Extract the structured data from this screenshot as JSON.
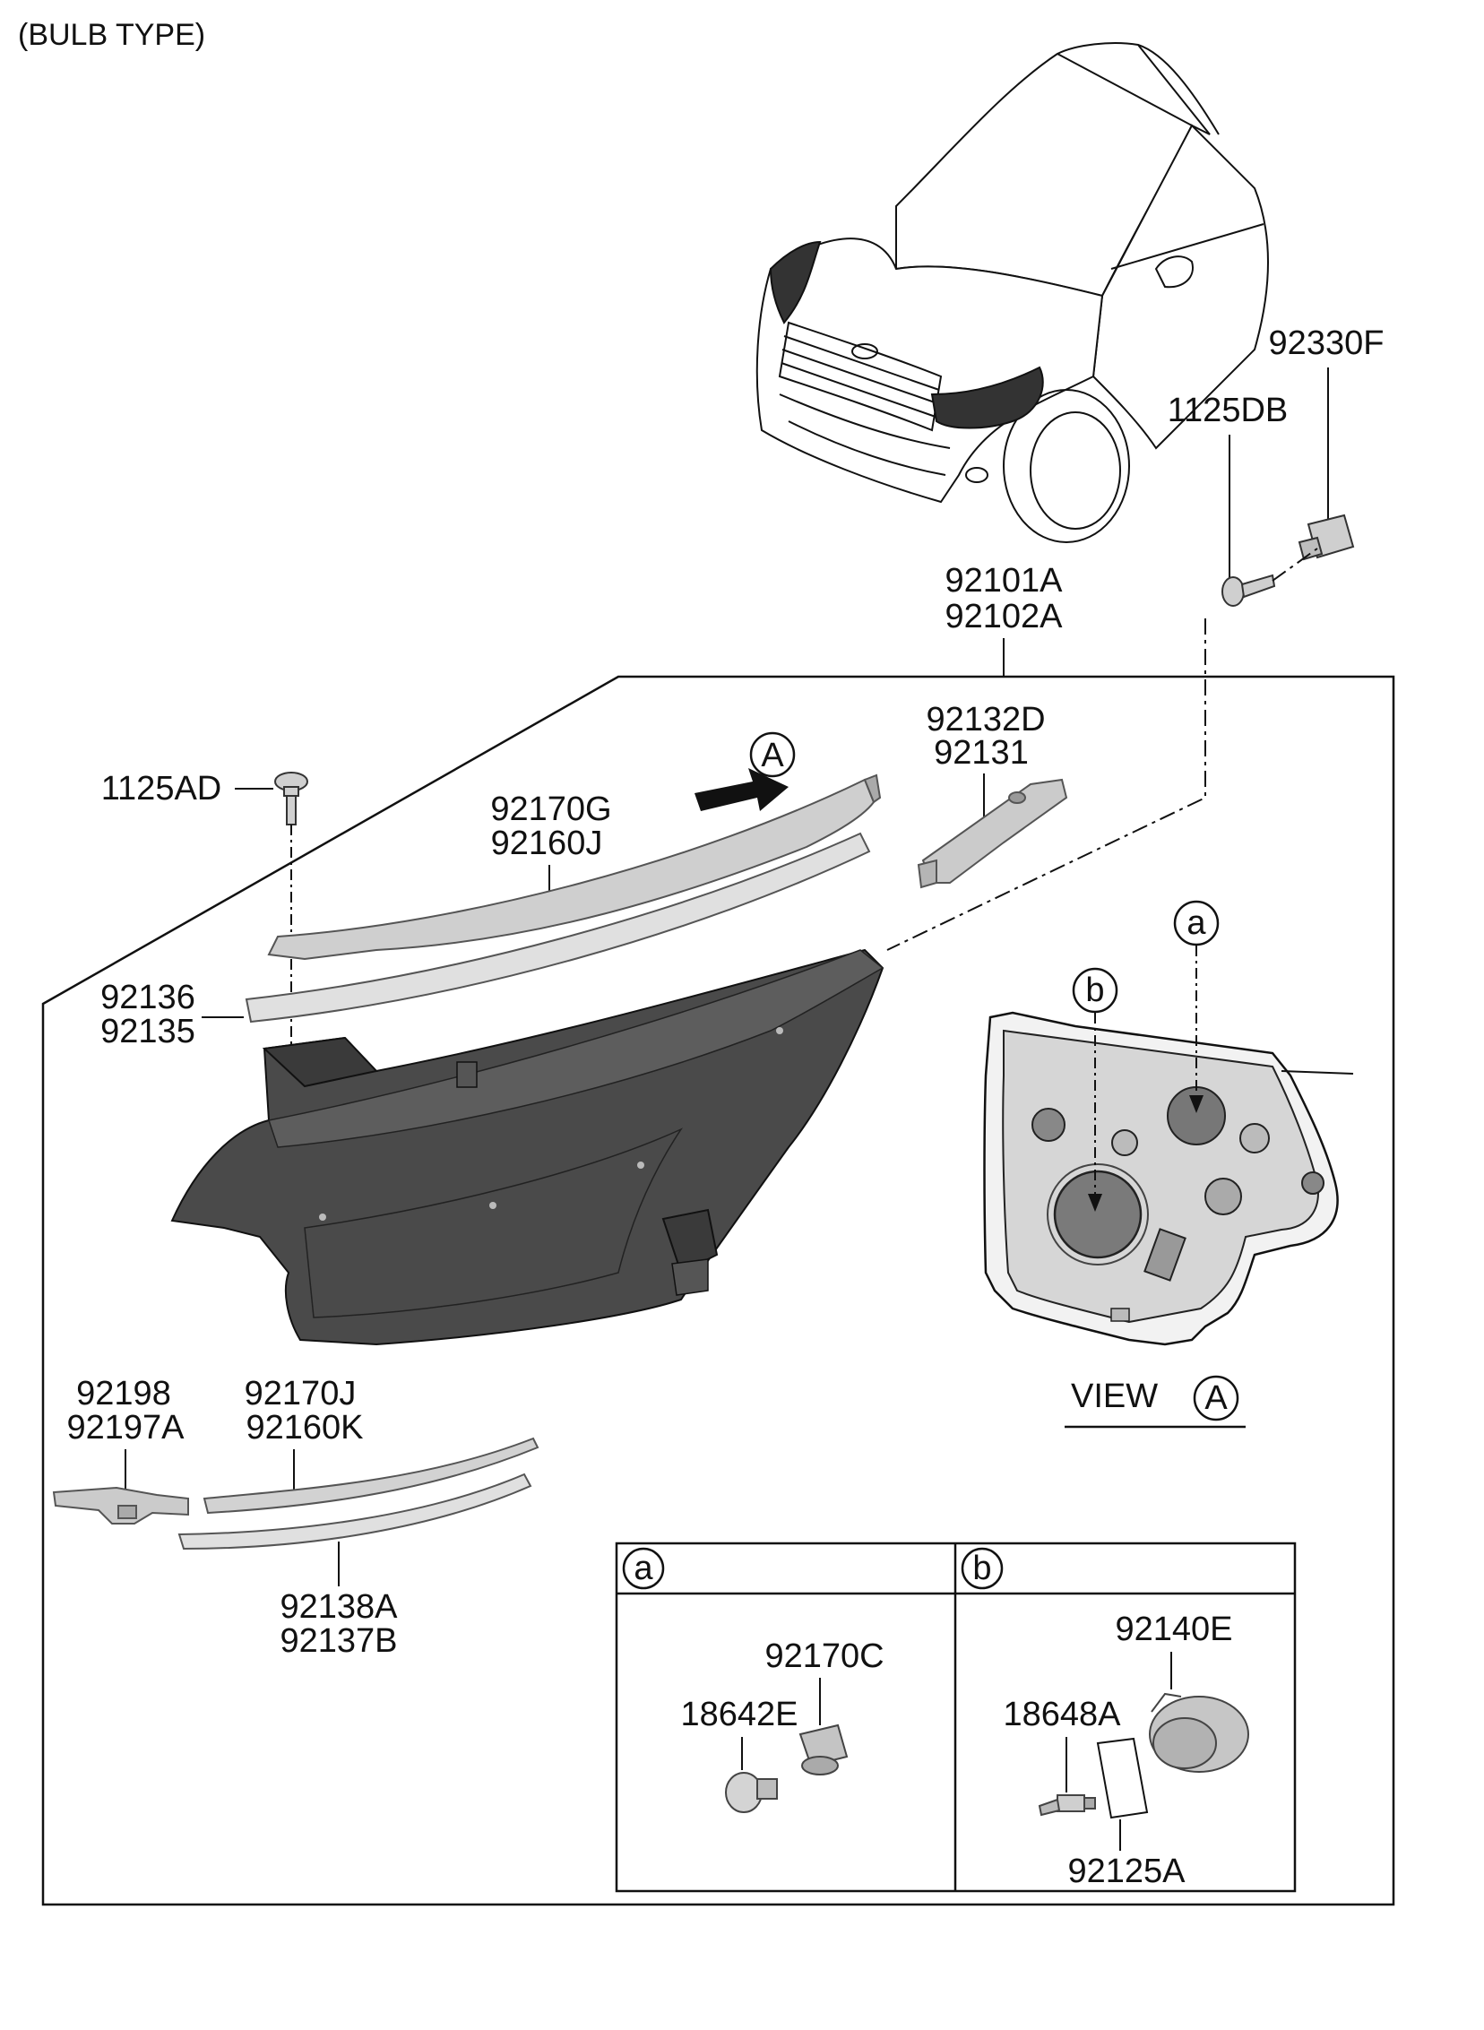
{
  "title": "(BULB TYPE)",
  "view_label": "VIEW",
  "view_ref": "A",
  "arrow_ref": "A",
  "callouts": {
    "a": "a",
    "b": "b"
  },
  "parts": {
    "p92330F": "92330F",
    "p1125DB": "1125DB",
    "p92101A": "92101A",
    "p92102A": "92102A",
    "p92132D": "92132D",
    "p92131": "92131",
    "p1125AD": "1125AD",
    "p92170G": "92170G",
    "p92160J": "92160J",
    "p92136": "92136",
    "p92135": "92135",
    "p92198": "92198",
    "p92197A": "92197A",
    "p92170J": "92170J",
    "p92160K": "92160K",
    "p92138A": "92138A",
    "p92137B": "92137B",
    "p92170C": "92170C",
    "p18642E": "18642E",
    "p92140E": "92140E",
    "p18648A": "18648A",
    "p92125A": "92125A"
  },
  "colors": {
    "line": "#111111",
    "lamp_body": "#4a4a4a",
    "part_gray": "#c8c8c8",
    "part_light": "#dedede"
  }
}
